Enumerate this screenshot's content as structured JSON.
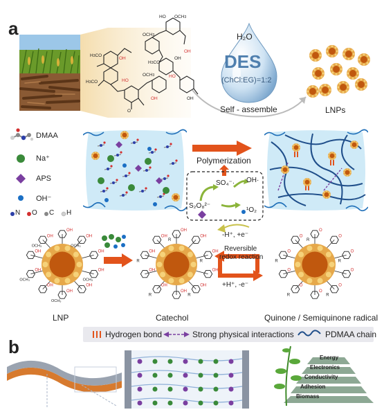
{
  "panel_a": {
    "label": "a",
    "des": {
      "water": "H₂O",
      "name": "DES",
      "ratio": "(ChCl:EG)=1:2"
    },
    "self_assemble": "Self - assemble",
    "lnps": "LNPs",
    "legend_reagents": [
      {
        "name": "DMAA"
      },
      {
        "name": "Na⁺"
      },
      {
        "name": "APS"
      },
      {
        "name": "OH⁻"
      }
    ],
    "atom_legend": [
      "N",
      "O",
      "C",
      "H"
    ],
    "polymerization": "Polymerization",
    "radical_scheme": {
      "so4": "SO₄⁻·",
      "oh": "OH·",
      "s2o8": "S₂O₈²⁻",
      "o2": "¹O₂"
    },
    "lnp_label": "LNP",
    "catechol_label": "Catechol",
    "quinone_label": "Quinone / Semiquinone radical",
    "redox": {
      "top": "-H⁺, +e⁻",
      "middle_line1": "Reversible",
      "middle_line2": "redox reaction",
      "bottom": "+H⁺, -e⁻"
    },
    "bottom_legend": {
      "hbond": "Hydrogen bond",
      "physical": "Strong physical interactions",
      "chain": "PDMAA chain"
    },
    "structure_labels": {
      "och3": "OCH₃",
      "h3co": "H₃CO",
      "oh": "OH",
      "ho": "HO",
      "r": "R",
      "o": "O"
    }
  },
  "panel_b": {
    "label": "b",
    "steps": [
      "Energy",
      "Electronics",
      "Conductivity",
      "Adhesion",
      "Biomass"
    ]
  },
  "colors": {
    "particle_core": "#c0580e",
    "particle_shell": "#e6a84a",
    "arrow": "#e2531b",
    "network_bg": "#cfeaf7",
    "network_line": "#1f6fb8",
    "sodium": "#3a8a3a",
    "aps": "#7a3fa0",
    "hydroxide": "#1b6fc4"
  }
}
